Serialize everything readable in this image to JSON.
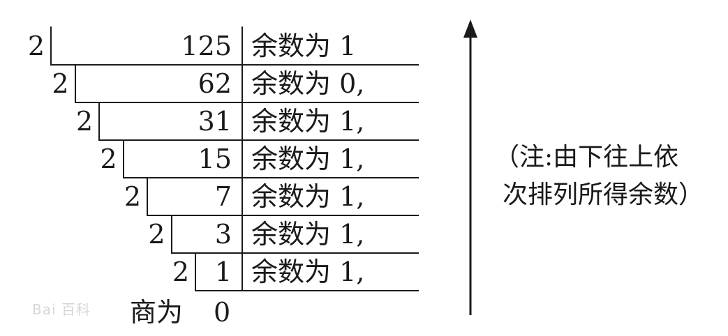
{
  "division_steps": [
    {
      "divisor": "2",
      "dividend": "125",
      "remainder_label": "余数为 1"
    },
    {
      "divisor": "2",
      "dividend": "62",
      "remainder_label": "余数为 0,"
    },
    {
      "divisor": "2",
      "dividend": "31",
      "remainder_label": "余数为 1,"
    },
    {
      "divisor": "2",
      "dividend": "15",
      "remainder_label": "余数为 1,"
    },
    {
      "divisor": "2",
      "dividend": "7",
      "remainder_label": "余数为 1,"
    },
    {
      "divisor": "2",
      "dividend": "3",
      "remainder_label": "余数为 1,"
    },
    {
      "divisor": "2",
      "dividend": "1",
      "remainder_label": "余数为 1,"
    }
  ],
  "quotient": {
    "label": "商为",
    "value": "0"
  },
  "note": {
    "line1": "（注:由下往上依",
    "line2": "次排列所得余数）"
  },
  "watermark": "Bai 百科",
  "colors": {
    "ink": "#1a1a1a",
    "watermark": "#d6d6d6"
  }
}
